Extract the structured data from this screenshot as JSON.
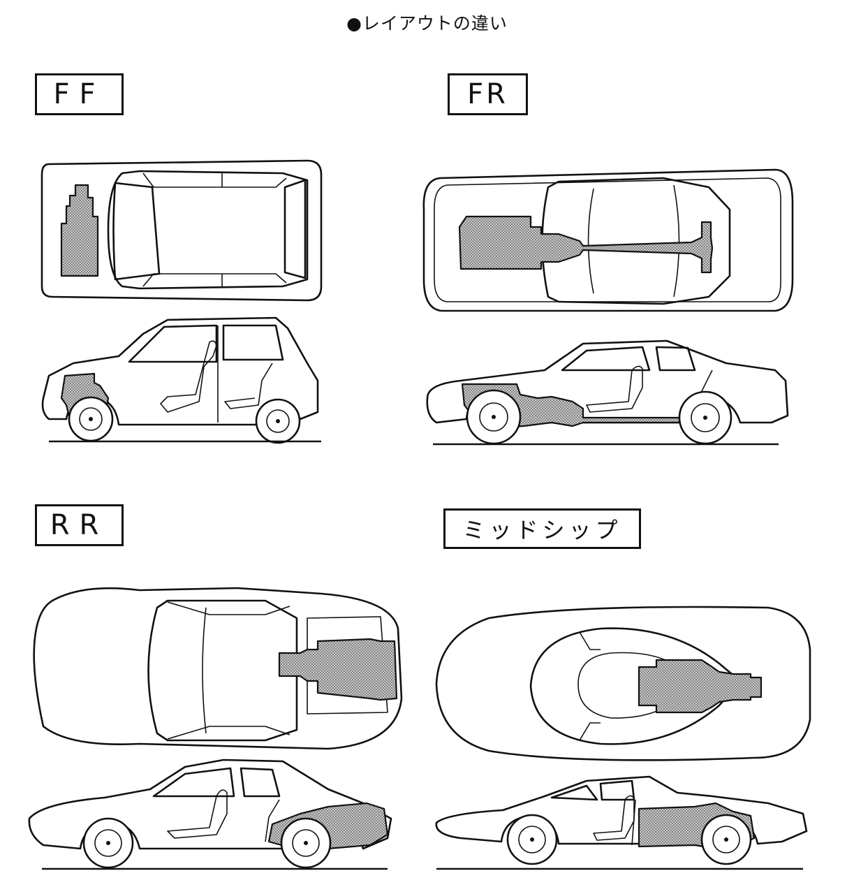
{
  "title": "●レイアウトの違い",
  "layouts": {
    "ff": {
      "label": "FF"
    },
    "fr": {
      "label": "FR"
    },
    "rr": {
      "label": "RR"
    },
    "midship": {
      "label": "ミッドシップ"
    }
  }
}
